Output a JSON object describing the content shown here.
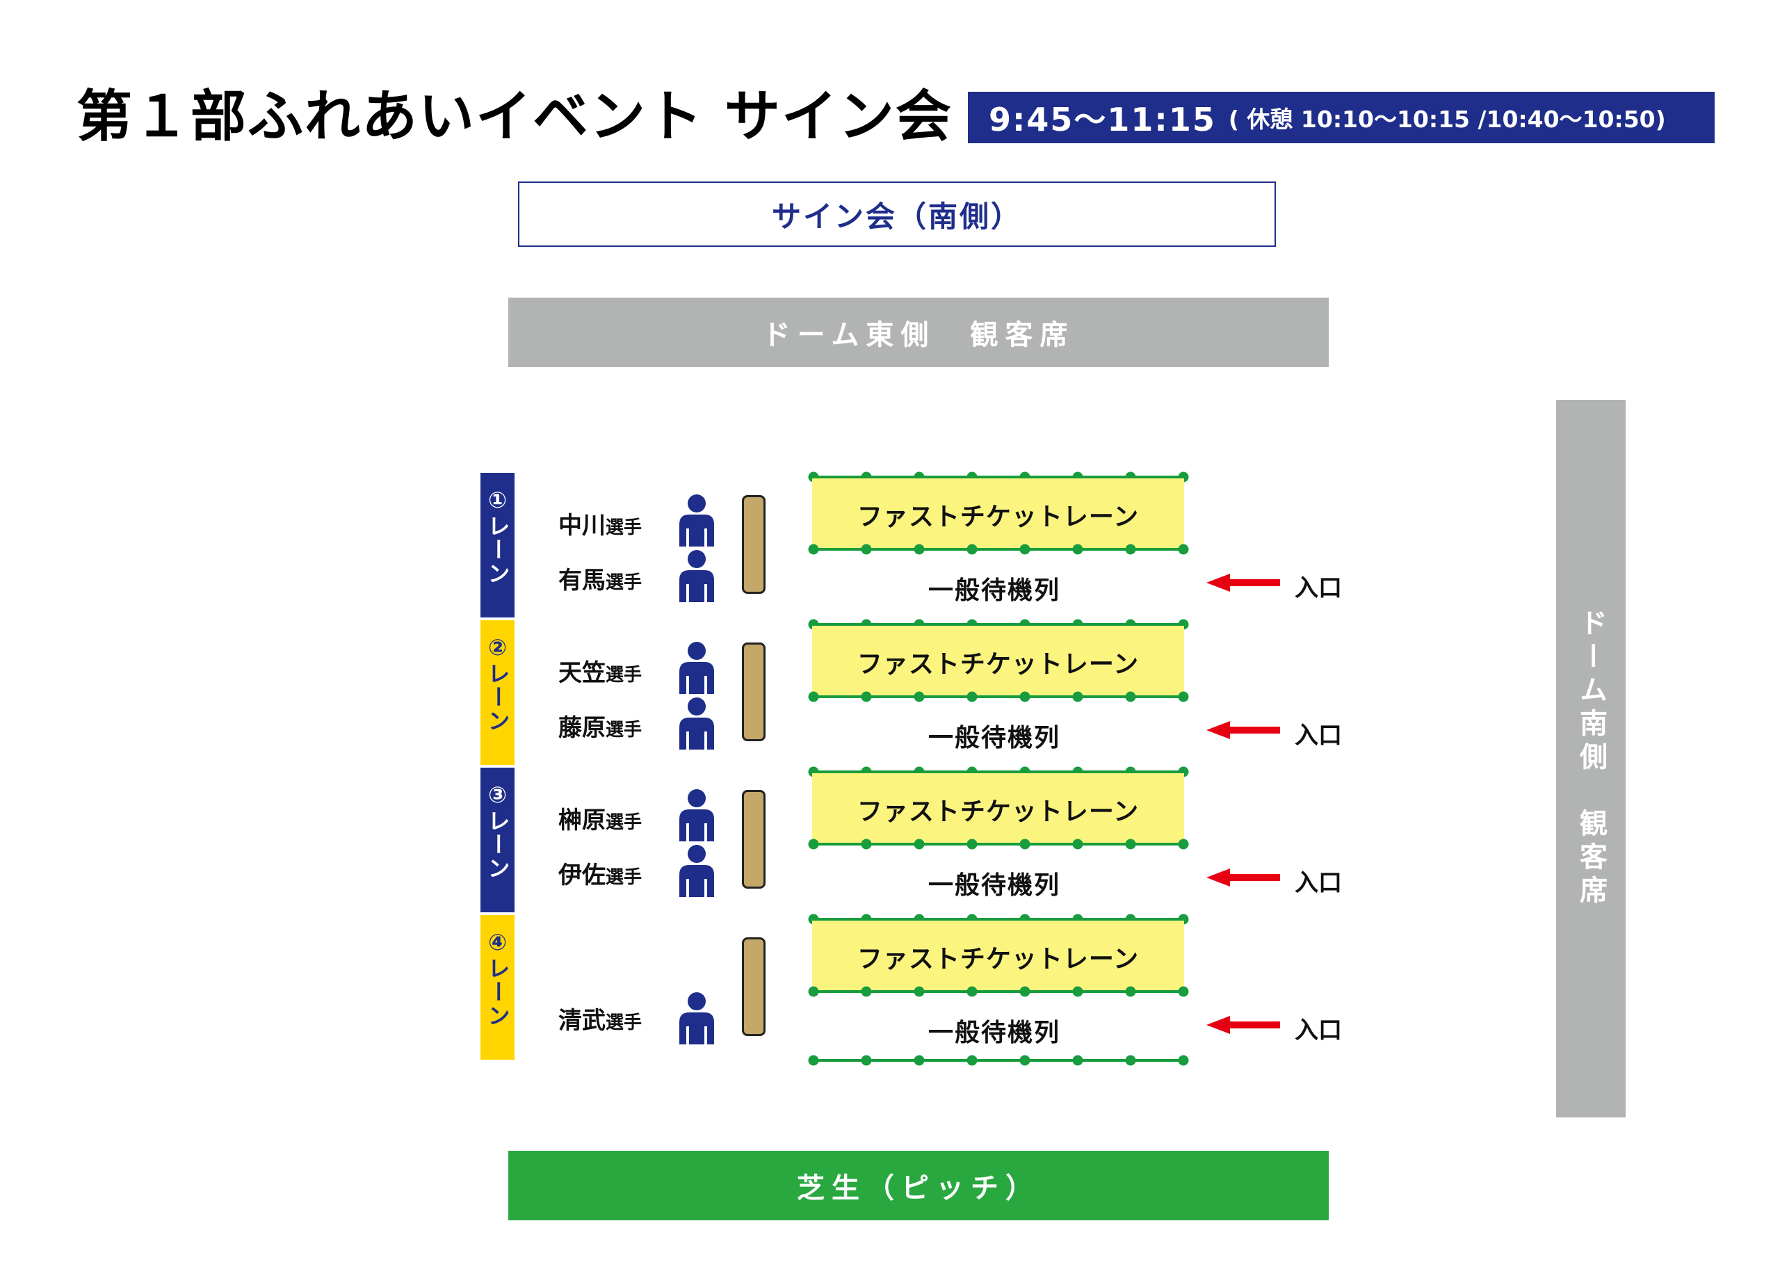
{
  "title": "第１部ふれあいイベント サイン会",
  "schedule": {
    "main_time": "9:45〜11:15",
    "break_note": "( 休憩 10:10〜10:15 /10:40〜10:50)"
  },
  "section_label": "サイン会（南側）",
  "east_stand": "ドーム東側　観客席",
  "south_stand": "ドーム南側　観客席",
  "pitch": "芝生（ピッチ）",
  "player_suffix": "選手",
  "fast_lane_label": "ファストチケットレーン",
  "general_queue_label": "一般待機列",
  "entrance_label": "入口",
  "colors": {
    "navy": "#1f2e8a",
    "lane_yellow": "#ffd500",
    "fast_lane_yellow": "#fbf57f",
    "rope_green": "#189c3e",
    "arrow_red": "#e60012",
    "pitch_green": "#2aa840",
    "stand_gray": "#b2b3b3",
    "desk_tan": "#c4a86a"
  },
  "lanes": [
    {
      "label": "①レーン",
      "color": "navy",
      "players": [
        "中川",
        "有馬"
      ]
    },
    {
      "label": "②レーン",
      "color": "yellow",
      "players": [
        "天笠",
        "藤原"
      ]
    },
    {
      "label": "③レーン",
      "color": "navy",
      "players": [
        "榊原",
        "伊佐"
      ]
    },
    {
      "label": "④レーン",
      "color": "yellow",
      "players": [
        "清武"
      ]
    }
  ],
  "icons": [
    "person-icon",
    "signing-desk",
    "rope-barrier",
    "entrance-arrow-icon"
  ]
}
